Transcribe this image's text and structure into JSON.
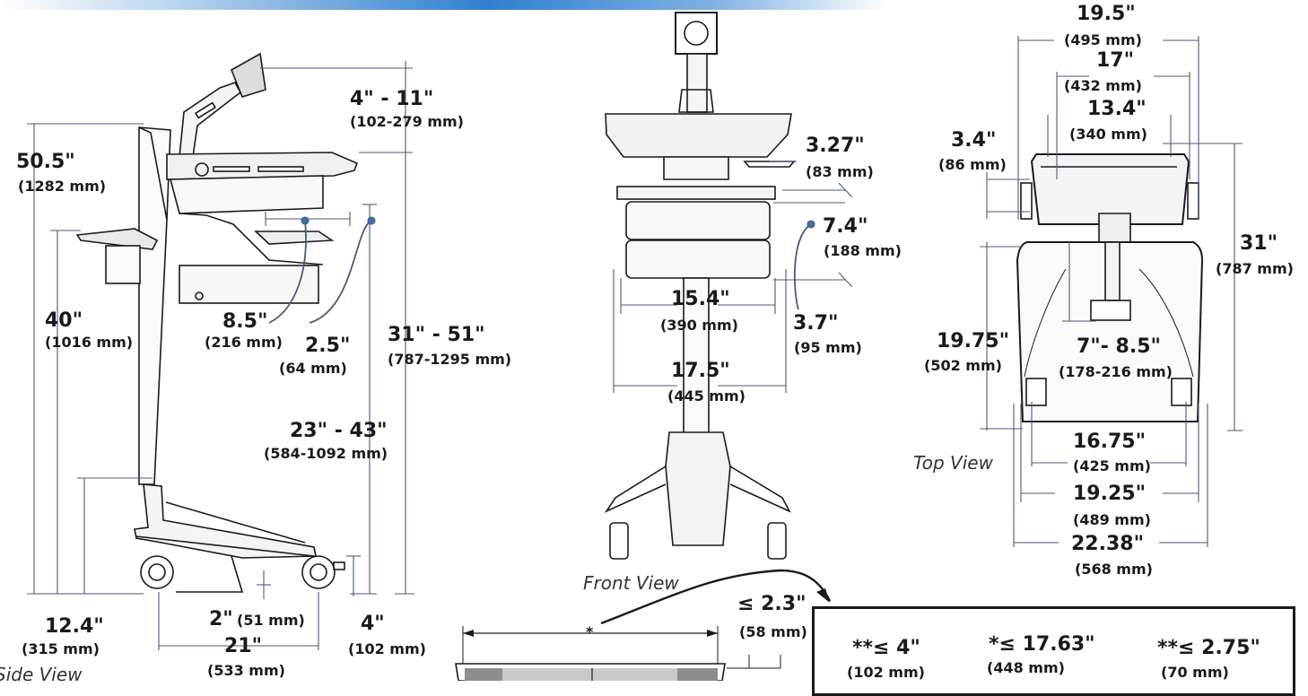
{
  "side": {
    "h_50_5": "50.5\"",
    "h_50_5_mm": "(1282 mm)",
    "h_40": "40\"",
    "h_40_mm": "(1016 mm)",
    "monitor_4_11": "4\" - 11\"",
    "monitor_4_11_mm": "(102-279 mm)",
    "d_8_5": "8.5\"",
    "d_8_5_mm": "(216 mm)",
    "d_2_5": "2.5\"",
    "d_2_5_mm": "(64 mm)",
    "h_31_51": "31\" - 51\"",
    "h_31_51_mm": "(787-1295 mm)",
    "h_23_43": "23\" - 43\"",
    "h_23_43_mm": "(584-1092 mm)",
    "base_12_4": "12.4\"",
    "base_12_4_mm": "(315 mm)",
    "base_2": "2\"",
    "base_2_mm": "(51 mm)",
    "base_21": "21\"",
    "base_21_mm": "(533 mm)",
    "base_4": "4\"",
    "base_4_mm": "(102 mm)",
    "caption": "Side View"
  },
  "front": {
    "d_3_27": "3.27\"",
    "d_3_27_mm": "(83 mm)",
    "d_7_4": "7.4\"",
    "d_7_4_mm": "(188 mm)",
    "d_15_4": "15.4\"",
    "d_15_4_mm": "(390 mm)",
    "d_3_7": "3.7\"",
    "d_3_7_mm": "(95 mm)",
    "d_17_5": "17.5\"",
    "d_17_5_mm": "(445 mm)",
    "caption": "Front View"
  },
  "top": {
    "w_19_5": "19.5\"",
    "w_19_5_mm": "(495 mm)",
    "w_17": "17\"",
    "w_17_mm": "(432 mm)",
    "w_13_4": "13.4\"",
    "w_13_4_mm": "(340 mm)",
    "d_3_4": "3.4\"",
    "d_3_4_mm": "(86 mm)",
    "d_31": "31\"",
    "d_31_mm": "(787 mm)",
    "d_19_75": "19.75\"",
    "d_19_75_mm": "(502 mm)",
    "d_7_8_5": "7\"- 8.5\"",
    "d_7_8_5_mm": "(178-216 mm)",
    "w_16_75": "16.75\"",
    "w_16_75_mm": "(425 mm)",
    "w_19_25": "19.25\"",
    "w_19_25_mm": "(489 mm)",
    "w_22_38": "22.38\"",
    "w_22_38_mm": "(568 mm)",
    "caption": "Top View"
  },
  "drawer": {
    "star": "*",
    "d_2_3": "≤ 2.3\"",
    "d_2_3_mm": "(58 mm)",
    "d_4": "**≤ 4\"",
    "d_4_mm": "(102 mm)",
    "d_17_63": "*≤ 17.63\"",
    "d_17_63_mm": "(448 mm)",
    "d_2_75": "**≤ 2.75\"",
    "d_2_75_mm": "(70 mm)"
  }
}
